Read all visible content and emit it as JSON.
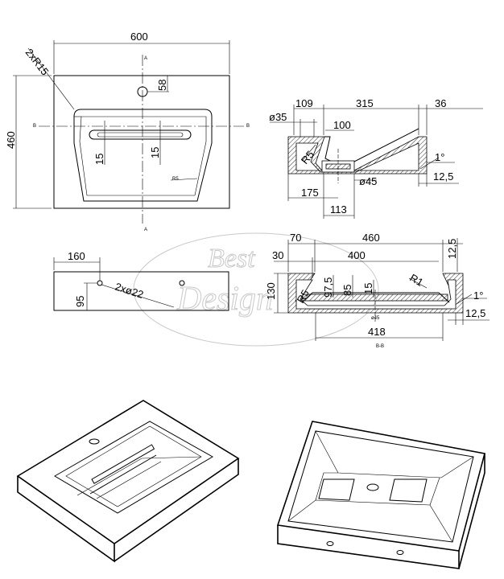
{
  "top_view": {
    "width": "600",
    "height": "460",
    "corner": "2xR15",
    "tap_hole": "58",
    "slot_a": "15",
    "slot_b": "15",
    "r5": "R5",
    "sec_a": "A",
    "sec_b": "B"
  },
  "section_a": {
    "d109": "109",
    "d315": "315",
    "d36": "36",
    "d35": "ø35",
    "d100": "100",
    "r5": "R5",
    "angle": "1°",
    "d45": "ø45",
    "d12_5": "12,5",
    "d175": "175",
    "d113": "113"
  },
  "front_view": {
    "d160": "160",
    "d95": "95",
    "holes": "2xø22"
  },
  "section_b": {
    "d70": "70",
    "d460": "460",
    "d12_5_top": "12,5",
    "d30": "30",
    "d400": "400",
    "d130": "130",
    "r5": "R5",
    "d97_5": "97,5",
    "d85": "85",
    "d15": "15",
    "r1": "R1",
    "angle": "1°",
    "d12_5": "12,5",
    "d418": "418",
    "d45": "ø45",
    "label": "B-B"
  },
  "watermark": {
    "line1": "Best",
    "line2": "Design"
  }
}
